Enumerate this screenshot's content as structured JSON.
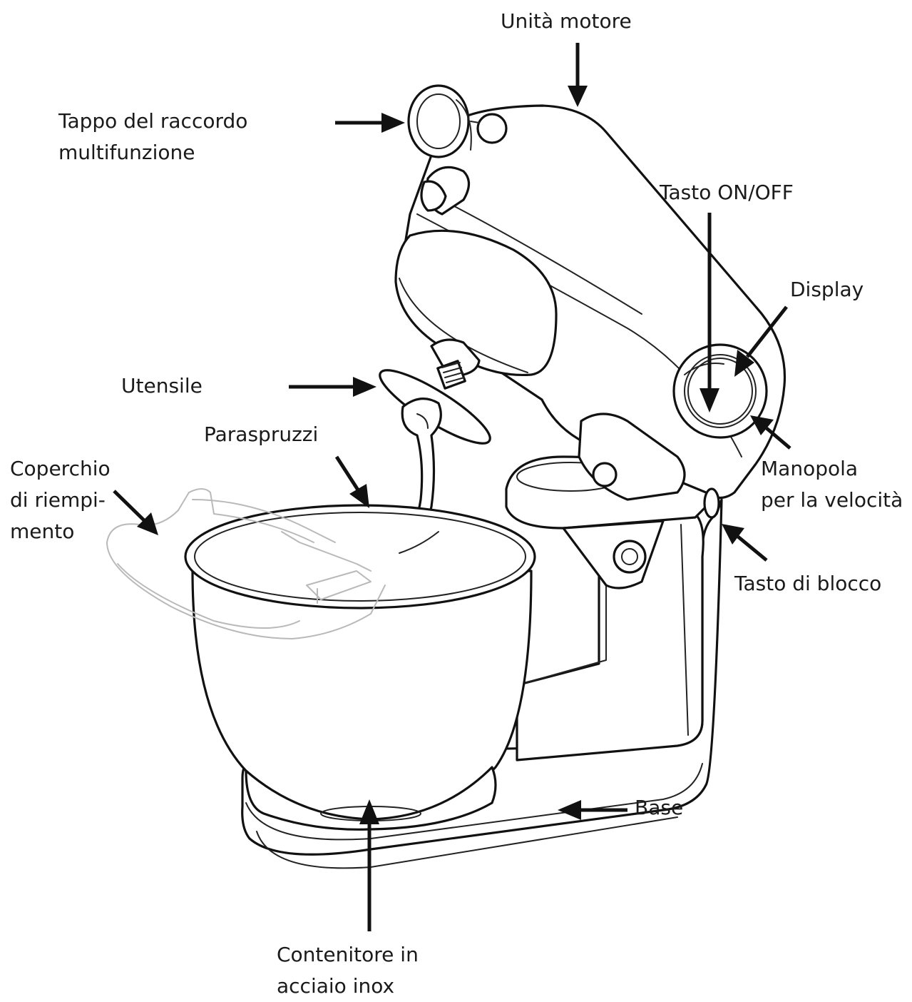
{
  "labels": {
    "motor_unit": "Unità motore",
    "multifunction_cap_line1": "Tappo del raccordo",
    "multifunction_cap_line2": "multifunzione",
    "on_off_button": "Tasto ON/OFF",
    "display": "Display",
    "tool": "Utensile",
    "splash_guard": "Paraspruzzi",
    "fill_lid_line1": "Coperchio",
    "fill_lid_line2": "di riempi-",
    "fill_lid_line3": "mento",
    "speed_knob_line1": "Manopola",
    "speed_knob_line2": "per la velocità",
    "lock_button": "Tasto di blocco",
    "base": "Base",
    "bowl_line1": "Contenitore in",
    "bowl_line2": "acciaio inox"
  },
  "colors": {
    "line": "#111111",
    "ghost_line": "#b9b9b9",
    "background": "#ffffff"
  }
}
